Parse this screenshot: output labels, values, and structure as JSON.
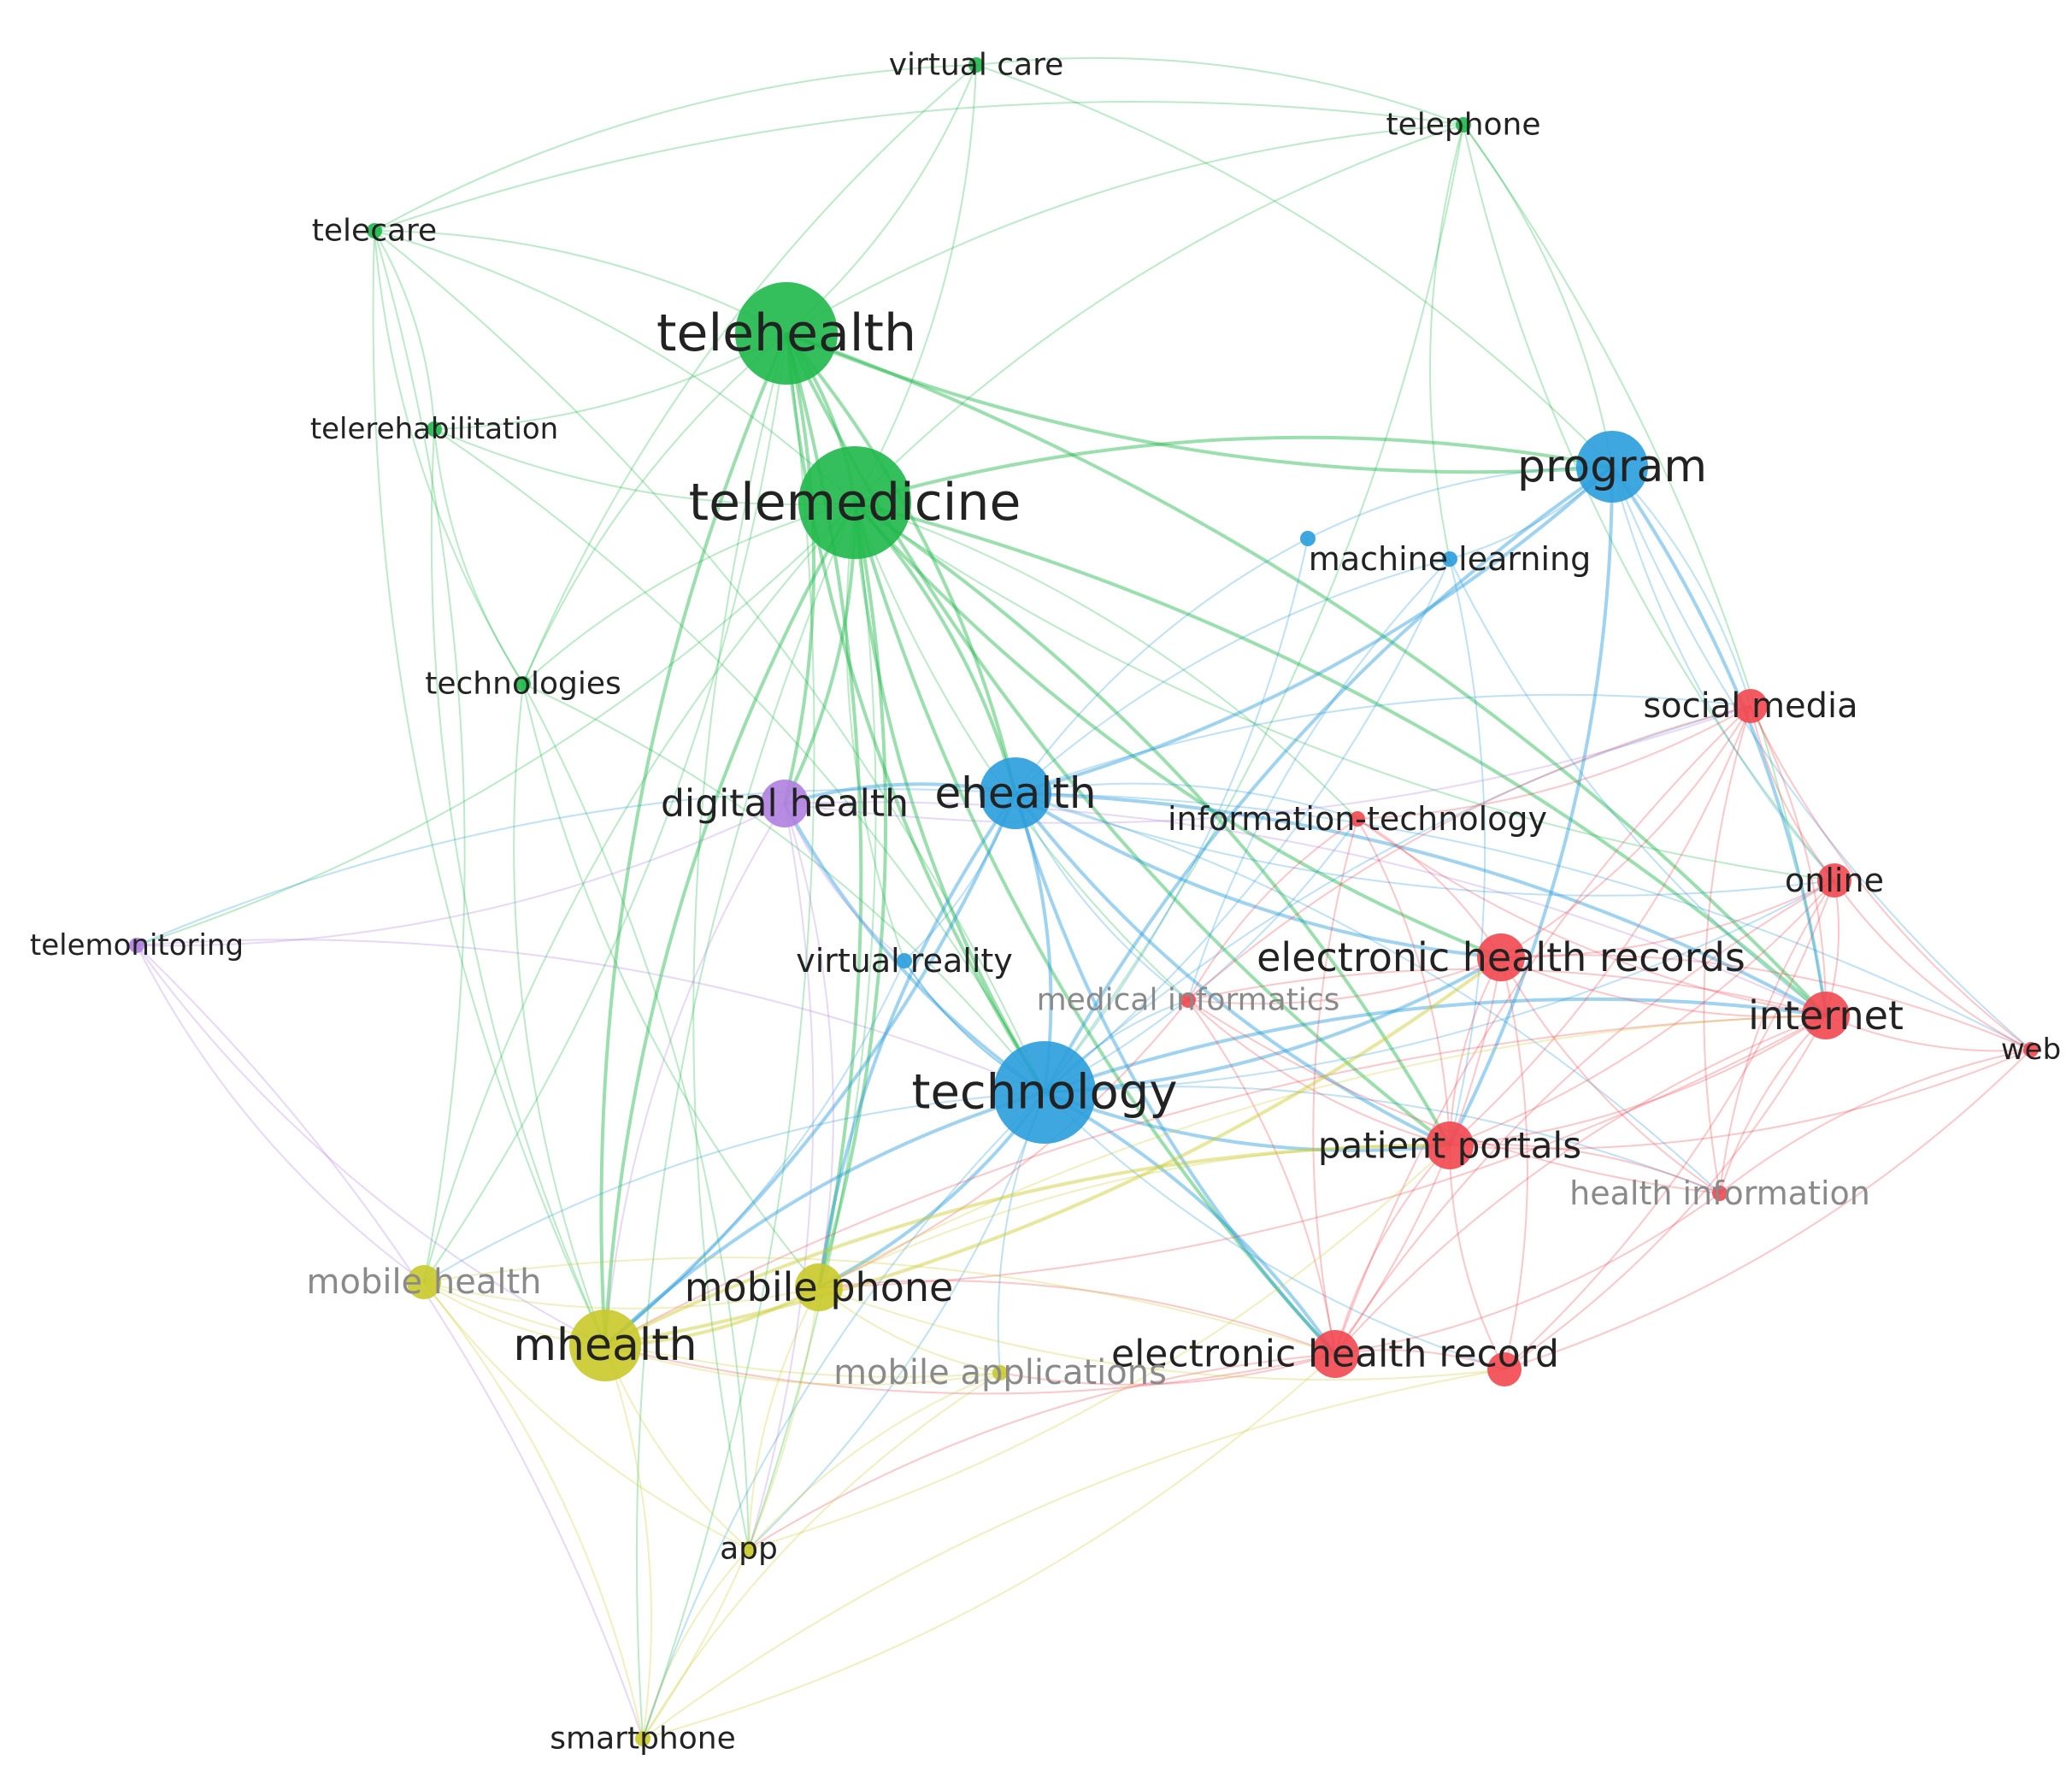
{
  "cluster_colors": {
    "green": "#1fb84a",
    "blue": "#2a9ddb",
    "red": "#f2474f",
    "purple": "#b07fe0",
    "yellow": "#c9c92a"
  },
  "nodes": [
    {
      "id": "virtual-care",
      "label": "virtual care",
      "cluster": "green",
      "weight": 1
    },
    {
      "id": "telephone",
      "label": "telephone",
      "cluster": "green",
      "weight": 1
    },
    {
      "id": "telecare",
      "label": "telecare",
      "cluster": "green",
      "weight": 1
    },
    {
      "id": "telehealth",
      "label": "telehealth",
      "cluster": "green",
      "weight": 5
    },
    {
      "id": "telerehabilitation",
      "label": "telerehabilitation",
      "cluster": "green",
      "weight": 1
    },
    {
      "id": "telemedicine",
      "label": "telemedicine",
      "cluster": "green",
      "weight": 6
    },
    {
      "id": "technologies",
      "label": "technologies",
      "cluster": "green",
      "weight": 1
    },
    {
      "id": "program",
      "label": "program",
      "cluster": "blue",
      "weight": 4
    },
    {
      "id": "machine-learning-a",
      "label": "",
      "cluster": "blue",
      "weight": 1
    },
    {
      "id": "machine-learning",
      "label": "machine learning",
      "cluster": "blue",
      "weight": 1
    },
    {
      "id": "ehealth",
      "label": "ehealth",
      "cluster": "blue",
      "weight": 4
    },
    {
      "id": "virtual-reality",
      "label": "virtual reality",
      "cluster": "blue",
      "weight": 1
    },
    {
      "id": "technology",
      "label": "technology",
      "cluster": "blue",
      "weight": 5
    },
    {
      "id": "digital-health",
      "label": "digital health",
      "cluster": "purple",
      "weight": 3
    },
    {
      "id": "telemonitoring",
      "label": "telemonitoring",
      "cluster": "purple",
      "weight": 1
    },
    {
      "id": "social-media",
      "label": "social media",
      "cluster": "red",
      "weight": 2
    },
    {
      "id": "information-technology",
      "label": "information-technology",
      "cluster": "red",
      "weight": 1
    },
    {
      "id": "online",
      "label": "online",
      "cluster": "red",
      "weight": 2
    },
    {
      "id": "electronic-health-records",
      "label": "electronic health records",
      "cluster": "red",
      "weight": 3
    },
    {
      "id": "internet",
      "label": "internet",
      "cluster": "red",
      "weight": 3
    },
    {
      "id": "medical-informatics",
      "label": "medical informatics",
      "cluster": "red",
      "weight": 1,
      "faded": true
    },
    {
      "id": "web",
      "label": "web",
      "cluster": "red",
      "weight": 1
    },
    {
      "id": "patient-portals",
      "label": "patient portals",
      "cluster": "red",
      "weight": 3
    },
    {
      "id": "health-information",
      "label": "health information",
      "cluster": "red",
      "weight": 1,
      "faded": true
    },
    {
      "id": "electronic-health-record",
      "label": "electronic health record",
      "cluster": "red",
      "weight": 3
    },
    {
      "id": "ehr-b",
      "label": "",
      "cluster": "red",
      "weight": 2
    },
    {
      "id": "mobile-health",
      "label": "mobile health",
      "cluster": "yellow",
      "weight": 2,
      "faded": true
    },
    {
      "id": "mobile-phone",
      "label": "mobile phone",
      "cluster": "yellow",
      "weight": 3
    },
    {
      "id": "mhealth",
      "label": "mhealth",
      "cluster": "yellow",
      "weight": 4
    },
    {
      "id": "mobile-applications",
      "label": "mobile applications",
      "cluster": "yellow",
      "weight": 1,
      "faded": true
    },
    {
      "id": "app",
      "label": "app",
      "cluster": "yellow",
      "weight": 1
    },
    {
      "id": "smartphone",
      "label": "smartphone",
      "cluster": "yellow",
      "weight": 1
    }
  ],
  "links": [
    [
      "telehealth",
      "telemedicine"
    ],
    [
      "telehealth",
      "virtual-care"
    ],
    [
      "telehealth",
      "telephone"
    ],
    [
      "telehealth",
      "telecare"
    ],
    [
      "telehealth",
      "telerehabilitation"
    ],
    [
      "telehealth",
      "technologies"
    ],
    [
      "telehealth",
      "ehealth"
    ],
    [
      "telehealth",
      "technology"
    ],
    [
      "telehealth",
      "digital-health"
    ],
    [
      "telehealth",
      "mhealth"
    ],
    [
      "telehealth",
      "mobile-phone"
    ],
    [
      "telehealth",
      "program"
    ],
    [
      "telehealth",
      "mobile-health"
    ],
    [
      "telehealth",
      "app"
    ],
    [
      "telehealth",
      "smartphone"
    ],
    [
      "telehealth",
      "patient-portals"
    ],
    [
      "telehealth",
      "internet"
    ],
    [
      "telemedicine",
      "virtual-care"
    ],
    [
      "telemedicine",
      "telephone"
    ],
    [
      "telemedicine",
      "telecare"
    ],
    [
      "telemedicine",
      "telerehabilitation"
    ],
    [
      "telemedicine",
      "technologies"
    ],
    [
      "telemedicine",
      "ehealth"
    ],
    [
      "telemedicine",
      "technology"
    ],
    [
      "telemedicine",
      "digital-health"
    ],
    [
      "telemedicine",
      "mhealth"
    ],
    [
      "telemedicine",
      "mobile-phone"
    ],
    [
      "telemedicine",
      "mobile-health"
    ],
    [
      "telemedicine",
      "app"
    ],
    [
      "telemedicine",
      "smartphone"
    ],
    [
      "telemedicine",
      "internet"
    ],
    [
      "telemedicine",
      "electronic-health-records"
    ],
    [
      "telemedicine",
      "patient-portals"
    ],
    [
      "telemedicine",
      "electronic-health-record"
    ],
    [
      "telemedicine",
      "program"
    ],
    [
      "telemedicine",
      "virtual-reality"
    ],
    [
      "telemedicine",
      "telemonitoring"
    ],
    [
      "telemedicine",
      "medical-informatics"
    ],
    [
      "telemedicine",
      "information-technology"
    ],
    [
      "telemedicine",
      "online"
    ],
    [
      "virtual-care",
      "telephone"
    ],
    [
      "virtual-care",
      "telecare"
    ],
    [
      "virtual-care",
      "program"
    ],
    [
      "virtual-care",
      "technologies"
    ],
    [
      "telephone",
      "program"
    ],
    [
      "telephone",
      "machine-learning"
    ],
    [
      "telephone",
      "internet"
    ],
    [
      "telephone",
      "online"
    ],
    [
      "telephone",
      "technology"
    ],
    [
      "telephone",
      "telecare"
    ],
    [
      "telecare",
      "telerehabilitation"
    ],
    [
      "telecare",
      "technologies"
    ],
    [
      "telecare",
      "technology"
    ],
    [
      "telecare",
      "mhealth"
    ],
    [
      "telecare",
      "mobile-health"
    ],
    [
      "telerehabilitation",
      "technologies"
    ],
    [
      "telerehabilitation",
      "technology"
    ],
    [
      "telerehabilitation",
      "mhealth"
    ],
    [
      "technologies",
      "technology"
    ],
    [
      "technologies",
      "mhealth"
    ],
    [
      "technologies",
      "app"
    ],
    [
      "technologies",
      "mobile-phone"
    ],
    [
      "program",
      "machine-learning"
    ],
    [
      "program",
      "machine-learning-a"
    ],
    [
      "program",
      "ehealth"
    ],
    [
      "program",
      "technology"
    ],
    [
      "program",
      "internet"
    ],
    [
      "program",
      "online"
    ],
    [
      "program",
      "social-media"
    ],
    [
      "program",
      "web"
    ],
    [
      "program",
      "patient-portals"
    ],
    [
      "machine-learning-a",
      "ehealth"
    ],
    [
      "machine-learning-a",
      "technology"
    ],
    [
      "machine-learning",
      "ehealth"
    ],
    [
      "machine-learning",
      "technology"
    ],
    [
      "machine-learning",
      "medical-informatics"
    ],
    [
      "machine-learning",
      "patient-portals"
    ],
    [
      "machine-learning",
      "internet"
    ],
    [
      "ehealth",
      "technology"
    ],
    [
      "ehealth",
      "digital-health"
    ],
    [
      "ehealth",
      "internet"
    ],
    [
      "ehealth",
      "online"
    ],
    [
      "ehealth",
      "social-media"
    ],
    [
      "ehealth",
      "electronic-health-records"
    ],
    [
      "ehealth",
      "information-technology"
    ],
    [
      "ehealth",
      "patient-portals"
    ],
    [
      "ehealth",
      "mhealth"
    ],
    [
      "ehealth",
      "mobile-phone"
    ],
    [
      "ehealth",
      "virtual-reality"
    ],
    [
      "ehealth",
      "medical-informatics"
    ],
    [
      "ehealth",
      "web"
    ],
    [
      "ehealth",
      "electronic-health-record"
    ],
    [
      "ehealth",
      "health-information"
    ],
    [
      "ehealth",
      "telemonitoring"
    ],
    [
      "technology",
      "digital-health"
    ],
    [
      "technology",
      "mhealth"
    ],
    [
      "technology",
      "mobile-phone"
    ],
    [
      "technology",
      "mobile-health"
    ],
    [
      "technology",
      "app"
    ],
    [
      "technology",
      "smartphone"
    ],
    [
      "technology",
      "internet"
    ],
    [
      "technology",
      "patient-portals"
    ],
    [
      "technology",
      "electronic-health-record"
    ],
    [
      "technology",
      "electronic-health-records"
    ],
    [
      "technology",
      "medical-informatics"
    ],
    [
      "technology",
      "information-technology"
    ],
    [
      "technology",
      "social-media"
    ],
    [
      "technology",
      "online"
    ],
    [
      "technology",
      "health-information"
    ],
    [
      "technology",
      "ehr-b"
    ],
    [
      "technology",
      "virtual-reality"
    ],
    [
      "technology",
      "mobile-applications"
    ],
    [
      "digital-health",
      "telemonitoring"
    ],
    [
      "digital-health",
      "mhealth"
    ],
    [
      "digital-health",
      "mobile-phone"
    ],
    [
      "digital-health",
      "virtual-reality"
    ],
    [
      "digital-health",
      "internet"
    ],
    [
      "digital-health",
      "social-media"
    ],
    [
      "digital-health",
      "app"
    ],
    [
      "telemonitoring",
      "mhealth"
    ],
    [
      "telemonitoring",
      "technology"
    ],
    [
      "telemonitoring",
      "mobile-health"
    ],
    [
      "telemonitoring",
      "smartphone"
    ],
    [
      "social-media",
      "online"
    ],
    [
      "social-media",
      "internet"
    ],
    [
      "social-media",
      "web"
    ],
    [
      "social-media",
      "patient-portals"
    ],
    [
      "social-media",
      "health-information"
    ],
    [
      "social-media",
      "electronic-health-records"
    ],
    [
      "social-media",
      "electronic-health-record"
    ],
    [
      "social-media",
      "information-technology"
    ],
    [
      "social-media",
      "medical-informatics"
    ],
    [
      "online",
      "internet"
    ],
    [
      "online",
      "web"
    ],
    [
      "online",
      "patient-portals"
    ],
    [
      "online",
      "health-information"
    ],
    [
      "online",
      "electronic-health-records"
    ],
    [
      "online",
      "electronic-health-record"
    ],
    [
      "online",
      "ehr-b"
    ],
    [
      "internet",
      "web"
    ],
    [
      "internet",
      "patient-portals"
    ],
    [
      "internet",
      "health-information"
    ],
    [
      "internet",
      "electronic-health-records"
    ],
    [
      "internet",
      "electronic-health-record"
    ],
    [
      "internet",
      "ehr-b"
    ],
    [
      "internet",
      "medical-informatics"
    ],
    [
      "internet",
      "information-technology"
    ],
    [
      "internet",
      "mhealth"
    ],
    [
      "internet",
      "mobile-phone"
    ],
    [
      "web",
      "health-information"
    ],
    [
      "web",
      "patient-portals"
    ],
    [
      "web",
      "electronic-health-records"
    ],
    [
      "web",
      "ehr-b"
    ],
    [
      "electronic-health-records",
      "patient-portals"
    ],
    [
      "electronic-health-records",
      "electronic-health-record"
    ],
    [
      "electronic-health-records",
      "information-technology"
    ],
    [
      "electronic-health-records",
      "medical-informatics"
    ],
    [
      "electronic-health-records",
      "health-information"
    ],
    [
      "electronic-health-records",
      "ehr-b"
    ],
    [
      "patient-portals",
      "electronic-health-record"
    ],
    [
      "patient-portals",
      "health-information"
    ],
    [
      "patient-portals",
      "ehr-b"
    ],
    [
      "patient-portals",
      "medical-informatics"
    ],
    [
      "patient-portals",
      "information-technology"
    ],
    [
      "electronic-health-record",
      "ehr-b"
    ],
    [
      "electronic-health-record",
      "medical-informatics"
    ],
    [
      "electronic-health-record",
      "information-technology"
    ],
    [
      "electronic-health-record",
      "health-information"
    ],
    [
      "electronic-health-record",
      "mhealth"
    ],
    [
      "electronic-health-record",
      "mobile-phone"
    ],
    [
      "electronic-health-record",
      "mobile-applications"
    ],
    [
      "electronic-health-record",
      "app"
    ],
    [
      "medical-informatics",
      "information-technology"
    ],
    [
      "medical-informatics",
      "health-information"
    ],
    [
      "medical-informatics",
      "mobile-phone"
    ],
    [
      "mhealth",
      "mobile-phone"
    ],
    [
      "mhealth",
      "mobile-health"
    ],
    [
      "mhealth",
      "app"
    ],
    [
      "mhealth",
      "smartphone"
    ],
    [
      "mhealth",
      "mobile-applications"
    ],
    [
      "mhealth",
      "patient-portals"
    ],
    [
      "mhealth",
      "electronic-health-records"
    ],
    [
      "mobile-phone",
      "mobile-health"
    ],
    [
      "mobile-phone",
      "app"
    ],
    [
      "mobile-phone",
      "smartphone"
    ],
    [
      "mobile-phone",
      "mobile-applications"
    ],
    [
      "mobile-phone",
      "patient-portals"
    ],
    [
      "mobile-phone",
      "ehr-b"
    ],
    [
      "mobile-phone",
      "internet"
    ],
    [
      "mobile-health",
      "app"
    ],
    [
      "mobile-health",
      "smartphone"
    ],
    [
      "mobile-health",
      "mobile-applications"
    ],
    [
      "mobile-health",
      "electronic-health-record"
    ],
    [
      "app",
      "smartphone"
    ],
    [
      "app",
      "mobile-applications"
    ],
    [
      "app",
      "patient-portals"
    ],
    [
      "smartphone",
      "mobile-applications"
    ],
    [
      "smartphone",
      "electronic-health-record"
    ],
    [
      "smartphone",
      "ehr-b"
    ],
    [
      "virtual-reality",
      "technology"
    ],
    [
      "virtual-reality",
      "mhealth"
    ]
  ]
}
